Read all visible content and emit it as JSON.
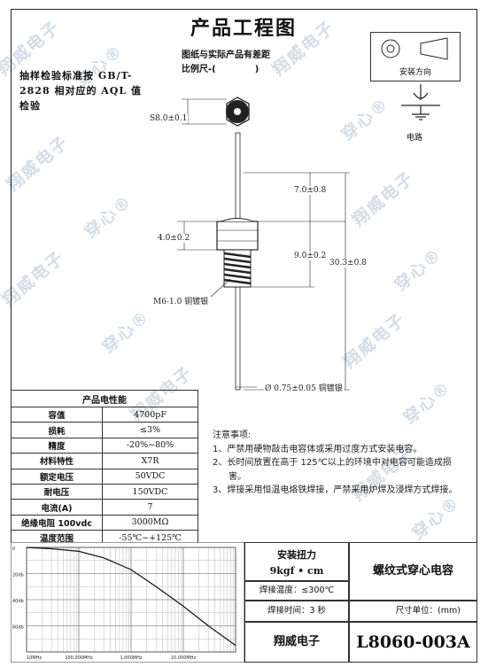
{
  "title": "产品工程图",
  "note_drawing": "图纸与实际产品有差距",
  "note_scale": "比例尺-(",
  "note_scale_close": ")",
  "sampling_text": "抽样检验标准按 GB/T-2828 相对应的 AQL 值检验",
  "install_direction_label": "安装方向",
  "circuit_label": "电路",
  "dimensions": {
    "hex": "S8.0±0.1",
    "height_top": "7.0±0.8",
    "hex_height": "4.0±0.2",
    "thread_len": "9.0±0.2",
    "total_len": "30.3±0.8",
    "thread": "M6-1.0 铜镀银",
    "lead": "Ø 0.75±0.05 铜镀银"
  },
  "watermark_text": "翔威电子",
  "watermark_text_2": "穿心®",
  "performance": {
    "header": "产品电性能",
    "rows": [
      {
        "key": "容值",
        "value": "4700pF"
      },
      {
        "key": "损耗",
        "value": "≤3%"
      },
      {
        "key": "精度",
        "value": "-20%~80%"
      },
      {
        "key": "材料特性",
        "value": "X7R"
      },
      {
        "key": "额定电压",
        "value": "50VDC"
      },
      {
        "key": "耐电压",
        "value": "150VDC"
      },
      {
        "key": "电流(A)",
        "value": "7"
      },
      {
        "key": "绝缘电阻 100vdc",
        "value": "3000MΩ"
      },
      {
        "key": "温度范围",
        "value": "-55℃~+125℃"
      }
    ]
  },
  "notes": {
    "heading": "注意事项:",
    "items": [
      "1、严禁用硬物敲击电容体或采用过度方式安装电容。",
      "2、长时间放置在高于 125℃以上的环境中对电容可能造成损害。",
      "3、焊接采用恒温电烙铁焊接，严禁采用炉焊及浸焊方式焊接。"
    ]
  },
  "title_block": {
    "torque_label": "安装扭力",
    "torque_value": "9kgf • cm",
    "solder_temp": "焊接温度：≤300℃",
    "solder_time": "焊接时间：3 秒",
    "product_name": "螺纹式穿心电容",
    "unit": "尺寸单位：(mm)",
    "company": "翔威电子",
    "part_no": "L8060-003A"
  },
  "chart_data": {
    "type": "line",
    "title": "",
    "xlabel": "",
    "ylabel": "",
    "x_ticks": [
      "10MHz",
      "100,000MHz",
      "1,000MHz",
      "10,000MHz"
    ],
    "y_ticks": [
      "0",
      "20db",
      "40db",
      "60db"
    ],
    "ylim": [
      0,
      80
    ],
    "log_x": true,
    "grid": true,
    "series": [
      {
        "x": [
          1,
          3,
          10,
          30,
          100,
          300,
          1000,
          3000,
          10000
        ],
        "y": [
          0,
          1,
          3,
          8,
          17,
          30,
          45,
          60,
          75
        ]
      }
    ]
  }
}
